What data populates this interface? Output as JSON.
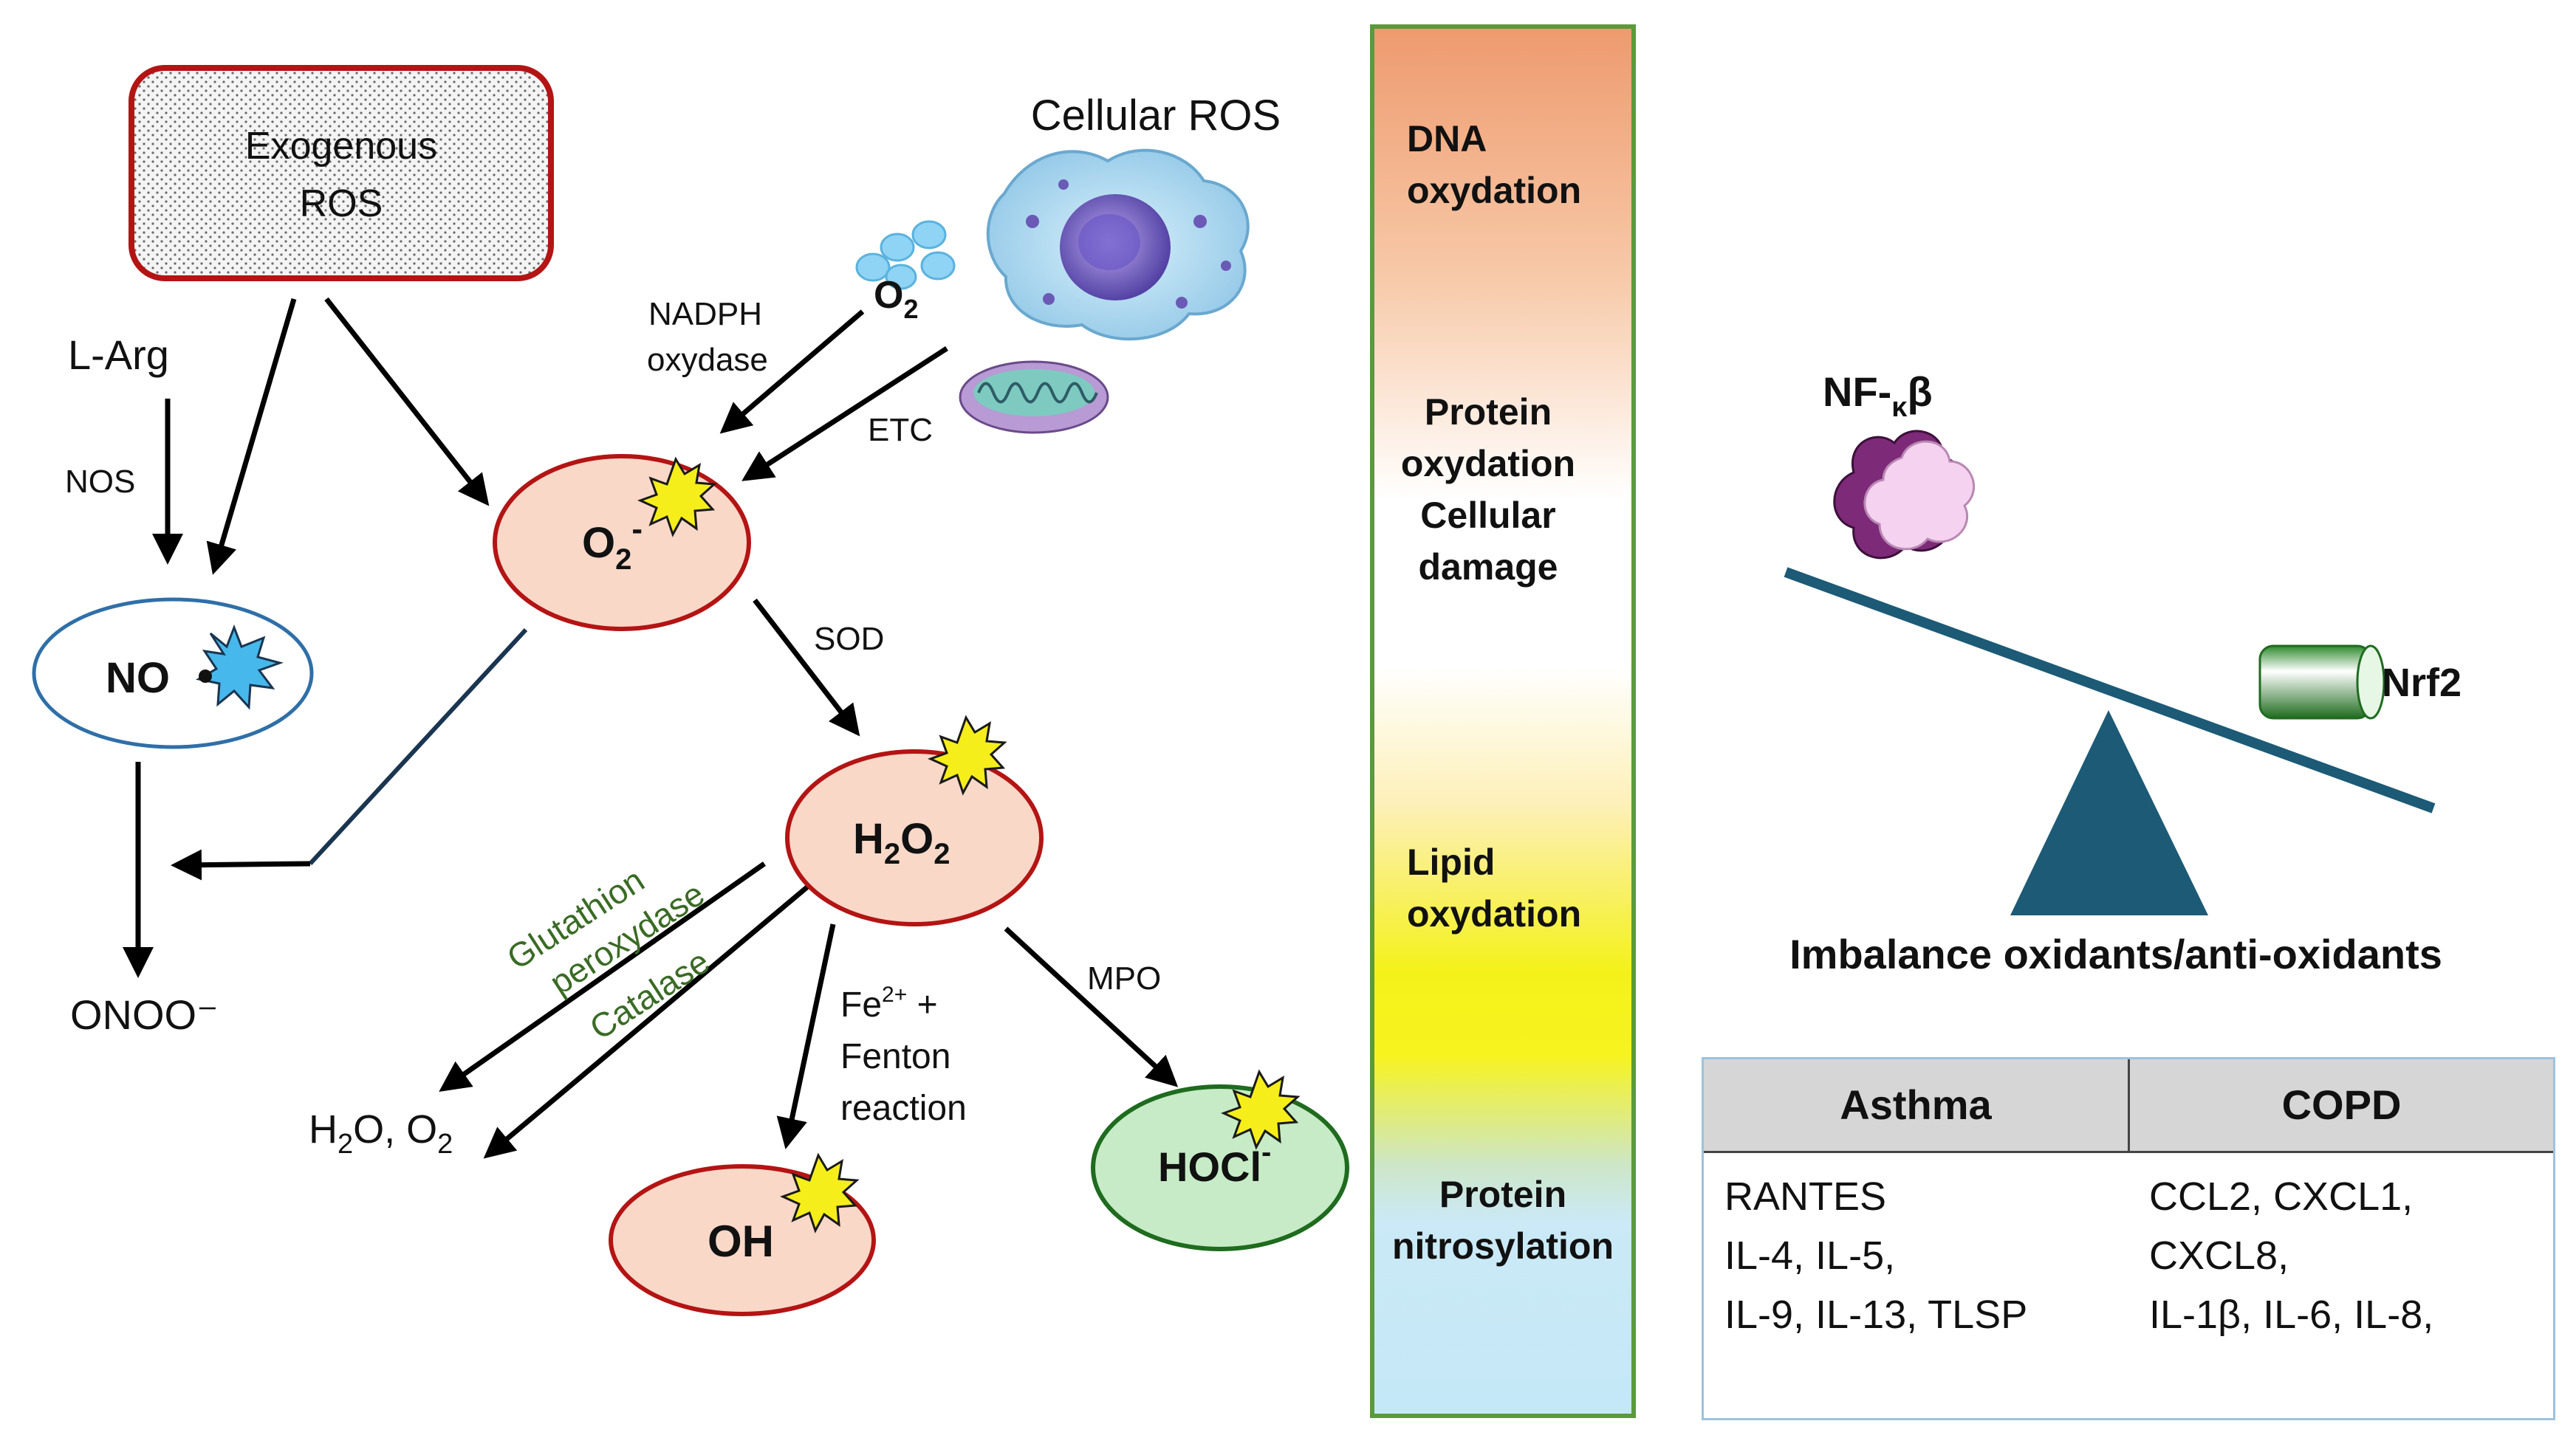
{
  "exogenous": "Exogenous ROS",
  "exogenous_lines": [
    "Exogenous",
    "ROS"
  ],
  "cellular_ros": "Cellular ROS",
  "l_arg": "L-Arg",
  "nos": "NOS",
  "nadph": [
    "NADPH",
    "oxydase"
  ],
  "etc": "ETC",
  "o2_small": {
    "base": "O",
    "sub": "2"
  },
  "superoxide": {
    "base": "O",
    "sub": "2",
    "sup": "-"
  },
  "no": "NO",
  "sod": "SOD",
  "h2o2": {
    "a": "H",
    "b": "2",
    "c": "O",
    "d": "2"
  },
  "onoo": "ONOO⁻",
  "glutathion": [
    "Glutathion",
    "peroxydase"
  ],
  "catalase": "Catalase",
  "h2o_o2": {
    "a": "H",
    "b": "2",
    "c": "O, O",
    "d": "2"
  },
  "fenton": {
    "fe": "Fe",
    "charge": "2+",
    "plus": " +",
    "line2": "Fenton",
    "line3": "reaction"
  },
  "mpo": "MPO",
  "oh": "OH",
  "hocl": {
    "base": "HOCl",
    "sup": "-"
  },
  "bar": {
    "dna": [
      "DNA",
      "oxydation"
    ],
    "protein": [
      "Protein",
      "oxydation",
      "Cellular",
      "damage"
    ],
    "lipid": [
      "Lipid",
      "oxydation"
    ],
    "nitro": [
      "Protein",
      "nitrosylation"
    ]
  },
  "nfkb": {
    "a": "NF-",
    "kappa": "κ",
    "b": "β"
  },
  "nrf2": "Nrf2",
  "imbalance": "Imbalance oxidants/anti-oxidants",
  "table": {
    "headers": [
      "Asthma",
      "COPD"
    ],
    "asthma": [
      "RANTES",
      "IL-4, IL-5,",
      "IL-9, IL-13, TLSP"
    ],
    "copd": [
      "CCL2, CXCL1,",
      "CXCL8,",
      "IL-1β, IL-6, IL-8,"
    ]
  },
  "colors": {
    "red_border": "#b41414",
    "salmon": "#f9d8c8",
    "green_fill": "#c6ebc6",
    "green_border": "#1f6b1f",
    "bar_border": "#5a9a3c",
    "teal": "#1c5a76",
    "no_border": "#2f6fa8"
  }
}
